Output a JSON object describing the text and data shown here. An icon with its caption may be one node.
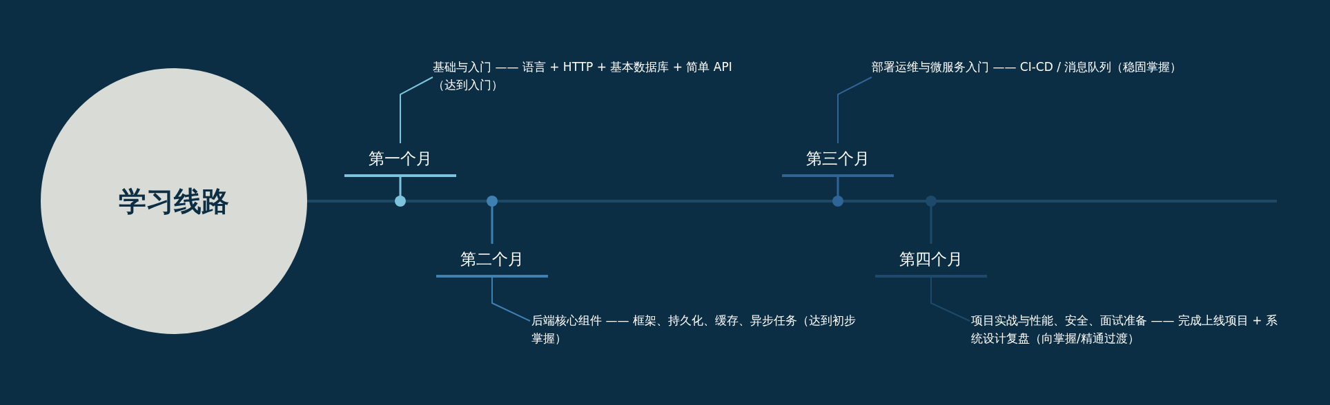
{
  "diagram": {
    "nodes": [
      {
        "text": [
          "学习线路"
        ]
      },
      {
        "text": [
          "第一个月"
        ]
      },
      {
        "text": [
          "基础与入门 —— 语言 + HTTP + 基本数据库 + 简单 API（达到入门）"
        ]
      },
      {
        "text": [
          "第二个月"
        ]
      },
      {
        "text": [
          "后端核心组件 —— 框架、持久化、缓存、异步任务（达到初步掌握）"
        ]
      },
      {
        "text": [
          "第三个月"
        ]
      },
      {
        "text": [
          "部署运维与微服务入门 —— CI-CD / 消息队列（稳固掌握）"
        ]
      },
      {
        "text": [
          "第四个月"
        ]
      },
      {
        "text": [
          "项目实战与性能、安全、面试准备 —— 完成上线项目 + 系统设计复盘（向掌握/精通过渡）"
        ]
      }
    ],
    "edges": [
      {
        "from": 1,
        "to": 2,
        "arrow": "none",
        "color": "#7cc4de"
      },
      {
        "from": 3,
        "to": 4,
        "arrow": "none",
        "color": "#3d80b1"
      },
      {
        "from": 5,
        "to": 6,
        "arrow": "none",
        "color": "#2f6496"
      },
      {
        "from": 7,
        "to": 8,
        "arrow": "none",
        "color": "#1d4a6a"
      }
    ]
  }
}
